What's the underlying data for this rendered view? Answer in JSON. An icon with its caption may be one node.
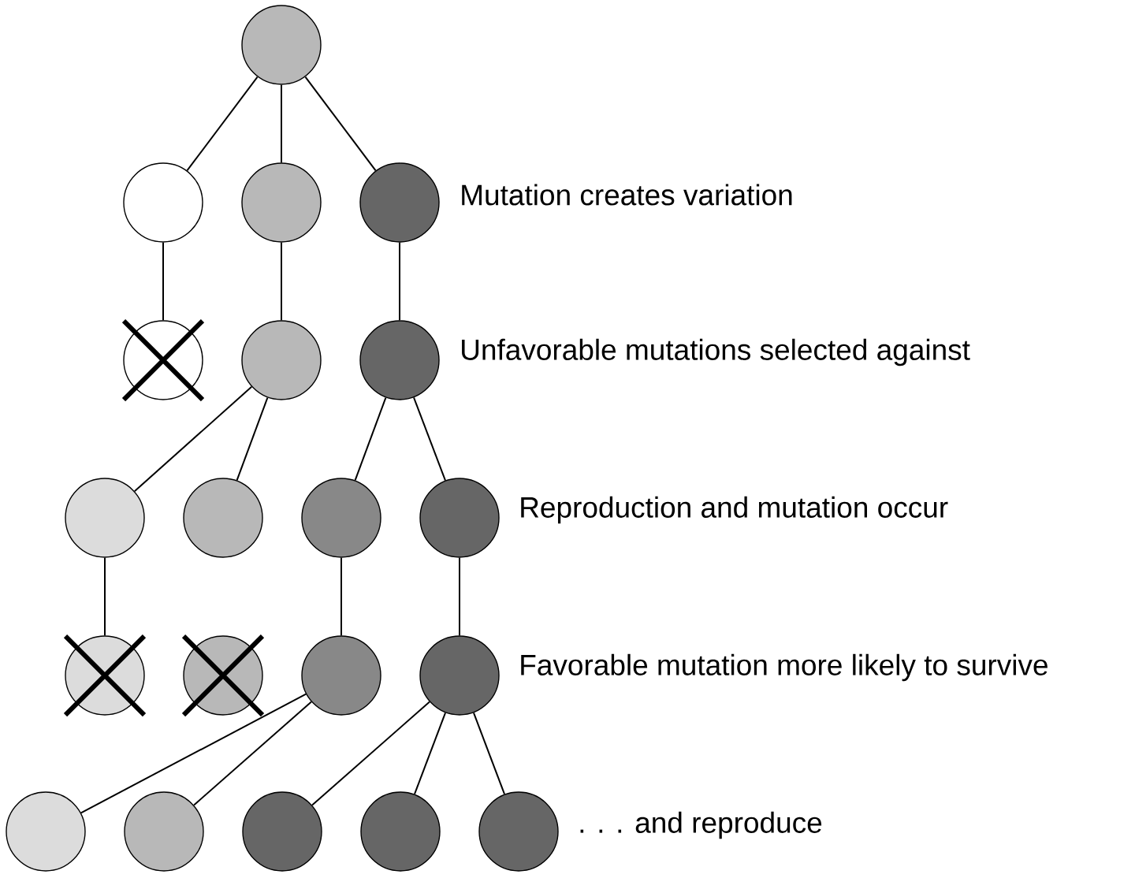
{
  "diagram": {
    "nodes": [
      {
        "text": [],
        "shape": "circle"
      },
      {
        "text": [],
        "shape": "circle"
      },
      {
        "text": [],
        "shape": "circle"
      },
      {
        "text": [],
        "shape": "circle"
      },
      {
        "text": [],
        "shape": "circle"
      },
      {
        "text": [],
        "shape": "circle"
      },
      {
        "text": [],
        "shape": "circle"
      },
      {
        "text": [],
        "shape": "circle"
      },
      {
        "text": [],
        "shape": "circle"
      },
      {
        "text": [],
        "shape": "circle"
      },
      {
        "text": [],
        "shape": "circle"
      },
      {
        "text": [],
        "shape": "circle"
      },
      {
        "text": [],
        "shape": "circle"
      },
      {
        "text": [],
        "shape": "circle"
      },
      {
        "text": [],
        "shape": "circle"
      },
      {
        "text": [],
        "shape": "circle"
      },
      {
        "text": [],
        "shape": "circle"
      },
      {
        "text": [],
        "shape": "circle"
      },
      {
        "text": [],
        "shape": "circle"
      },
      {
        "text": [],
        "shape": "circle"
      }
    ],
    "edges": [
      {
        "from": 0,
        "to": 1,
        "arrow": "none"
      },
      {
        "from": 0,
        "to": 2,
        "arrow": "none"
      },
      {
        "from": 0,
        "to": 3,
        "arrow": "none"
      },
      {
        "from": 1,
        "to": 4,
        "arrow": "none"
      },
      {
        "from": 2,
        "to": 5,
        "arrow": "none"
      },
      {
        "from": 3,
        "to": 6,
        "arrow": "none"
      },
      {
        "from": 5,
        "to": 7,
        "arrow": "none"
      },
      {
        "from": 5,
        "to": 8,
        "arrow": "none"
      },
      {
        "from": 6,
        "to": 9,
        "arrow": "none"
      },
      {
        "from": 6,
        "to": 10,
        "arrow": "none"
      },
      {
        "from": 7,
        "to": 11,
        "arrow": "none"
      },
      {
        "from": 9,
        "to": 13,
        "arrow": "none"
      },
      {
        "from": 10,
        "to": 14,
        "arrow": "none"
      },
      {
        "from": 13,
        "to": 15,
        "arrow": "none"
      },
      {
        "from": 13,
        "to": 16,
        "arrow": "none"
      },
      {
        "from": 14,
        "to": 17,
        "arrow": "none"
      },
      {
        "from": 14,
        "to": 18,
        "arrow": "none"
      },
      {
        "from": 14,
        "to": 19,
        "arrow": "none"
      }
    ],
    "labels": [
      "Mutation creates variation",
      "Unfavorable mutations selected against",
      "Reproduction and mutation occur",
      "Favorable mutation more likely to survive",
      ". . . and reproduce"
    ]
  }
}
